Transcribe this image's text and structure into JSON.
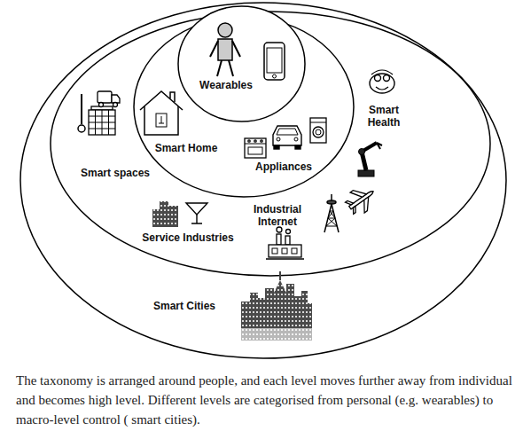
{
  "diagram": {
    "caption": "The taxonomy is arranged around people, and each level moves further away from individual and becomes high level. Different levels are categorised from personal (e.g. wearables) to macro-level control ( smart cities).",
    "nodes": [
      {
        "text": [
          "Smart Cities"
        ]
      },
      {
        "text": [
          "Smart spaces",
          "Service Industries",
          "Industrial Internet",
          "Smart Health"
        ],
        "in": 0
      },
      {
        "text": [
          "Smart Home",
          "Appliances"
        ],
        "in": 1
      },
      {
        "text": [
          "Wearables"
        ],
        "in": 2
      }
    ]
  }
}
